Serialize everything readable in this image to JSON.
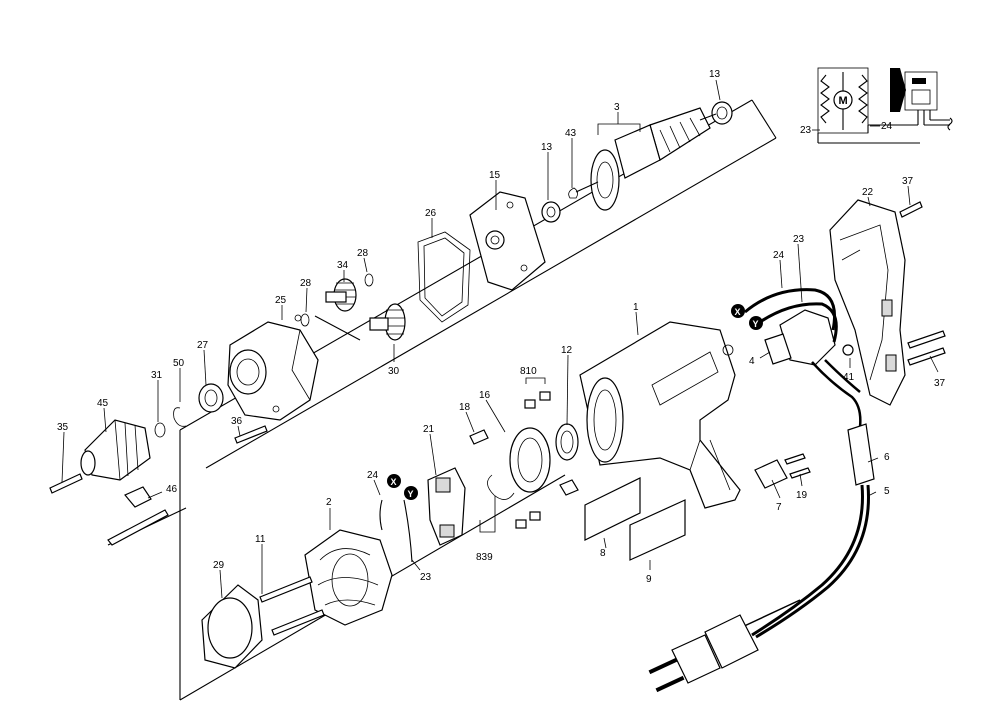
{
  "diagram": {
    "callouts": [
      {
        "id": "c13a",
        "text": "13"
      },
      {
        "id": "c3",
        "text": "3"
      },
      {
        "id": "c43",
        "text": "43"
      },
      {
        "id": "c13b",
        "text": "13"
      },
      {
        "id": "c15",
        "text": "15"
      },
      {
        "id": "c26",
        "text": "26"
      },
      {
        "id": "c28a",
        "text": "28"
      },
      {
        "id": "c34",
        "text": "34"
      },
      {
        "id": "c28b",
        "text": "28"
      },
      {
        "id": "c25",
        "text": "25"
      },
      {
        "id": "c30",
        "text": "30"
      },
      {
        "id": "c27",
        "text": "27"
      },
      {
        "id": "c50",
        "text": "50"
      },
      {
        "id": "c31",
        "text": "31"
      },
      {
        "id": "c45",
        "text": "45"
      },
      {
        "id": "c35",
        "text": "35"
      },
      {
        "id": "c36",
        "text": "36"
      },
      {
        "id": "c46",
        "text": "46"
      },
      {
        "id": "c1",
        "text": "1"
      },
      {
        "id": "c810",
        "text": "810"
      },
      {
        "id": "c12",
        "text": "12"
      },
      {
        "id": "c16",
        "text": "16"
      },
      {
        "id": "c18",
        "text": "18"
      },
      {
        "id": "c21",
        "text": "21"
      },
      {
        "id": "c24a",
        "text": "24"
      },
      {
        "id": "c2",
        "text": "2"
      },
      {
        "id": "c11",
        "text": "11"
      },
      {
        "id": "c29",
        "text": "29"
      },
      {
        "id": "c23a",
        "text": "23"
      },
      {
        "id": "c839",
        "text": "839"
      },
      {
        "id": "c8",
        "text": "8"
      },
      {
        "id": "c9",
        "text": "9"
      },
      {
        "id": "c24b",
        "text": "24"
      },
      {
        "id": "c23b",
        "text": "23"
      },
      {
        "id": "c4",
        "text": "4"
      },
      {
        "id": "c41",
        "text": "41"
      },
      {
        "id": "c22",
        "text": "22"
      },
      {
        "id": "c37a",
        "text": "37"
      },
      {
        "id": "c37b",
        "text": "37"
      },
      {
        "id": "c7",
        "text": "7"
      },
      {
        "id": "c19",
        "text": "19"
      },
      {
        "id": "c6",
        "text": "6"
      },
      {
        "id": "c5",
        "text": "5"
      },
      {
        "id": "c23c",
        "text": "23"
      },
      {
        "id": "c24c",
        "text": "24"
      }
    ],
    "wire_markers": [
      {
        "id": "x1",
        "text": "X"
      },
      {
        "id": "y1",
        "text": "Y"
      },
      {
        "id": "x2",
        "text": "X"
      },
      {
        "id": "y2",
        "text": "Y"
      }
    ],
    "schematic": {
      "motor_label": "M"
    }
  }
}
